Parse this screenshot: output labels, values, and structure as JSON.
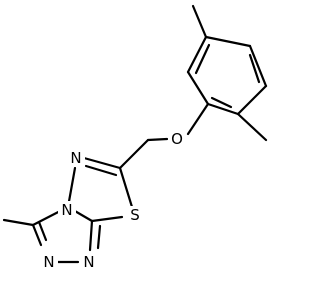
{
  "molecule": {
    "atoms": {
      "oxygen": "O",
      "sulfur": "S",
      "nitrogen_1": "N",
      "nitrogen_2": "N",
      "nitrogen_3": "N",
      "nitrogen_4": "N"
    }
  }
}
